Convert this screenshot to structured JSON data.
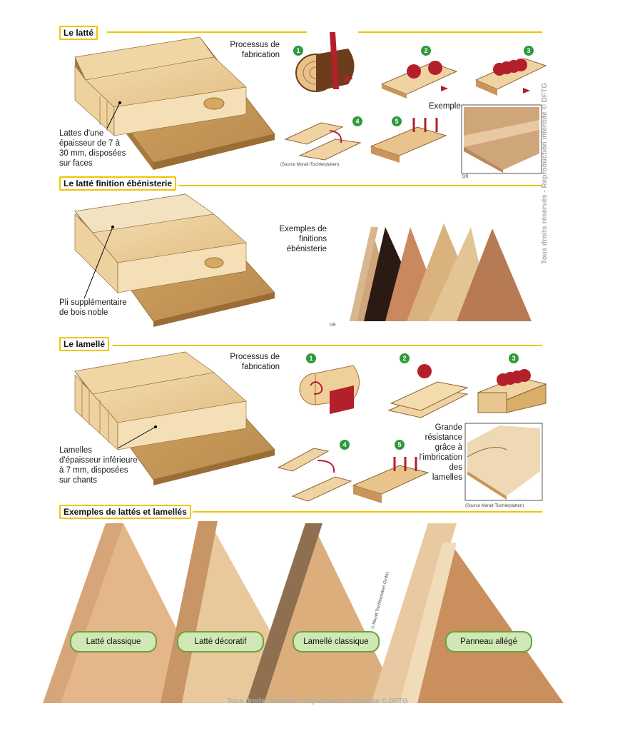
{
  "sections": {
    "s1": {
      "title": "Le latté"
    },
    "s2": {
      "title": "Le latté finition ébénisterie"
    },
    "s3": {
      "title": "Le lamellé"
    },
    "s4": {
      "title": "Exemples de lattés et lamellés"
    }
  },
  "latte": {
    "process_label": [
      "Processus de",
      "fabrication"
    ],
    "layer_label": [
      "Lattes d'une",
      "épaisseur de 7 à",
      "30 mm, disposées",
      "sur faces"
    ],
    "example_label": "Exemple",
    "source": "(Source Moralt-Tischlerplatten)",
    "credit": "DR",
    "steps": [
      "1",
      "2",
      "3",
      "4",
      "5"
    ]
  },
  "ebenisterie": {
    "layer_label": [
      "Pli supplémentaire",
      "de bois noble"
    ],
    "examples_label": [
      "Exemples de",
      "finitions",
      "ébénisterie"
    ],
    "credit": "DR"
  },
  "lamelle": {
    "process_label": [
      "Processus de",
      "fabrication"
    ],
    "layer_label": [
      "Lamelles",
      "d'épaisseur inférieure",
      "à 7 mm, disposées",
      "sur chants"
    ],
    "resistance_label": [
      "Grande",
      "résistance",
      "grâce à",
      "l'imbrication",
      "des",
      "lamelles"
    ],
    "source": "(Source Moralt-Tischlerplatten)",
    "steps": [
      "1",
      "2",
      "3",
      "4",
      "5"
    ]
  },
  "examples": {
    "items": [
      "Latté classique",
      "Latté décoratif",
      "Lamellé classique",
      "Panneau allégé"
    ],
    "photo_credit": "© Moralt Tischlerplatten GmbH"
  },
  "watermark": "Tous droits réservés - Reproduction interdite © DFTG",
  "footer": "Tous droits réservés - Reproduction interdite © DFTG",
  "colors": {
    "accent": "#f1c400",
    "badge": "#2e9a3c",
    "pill": "#cfe8b4",
    "saw": "#b3202a"
  }
}
